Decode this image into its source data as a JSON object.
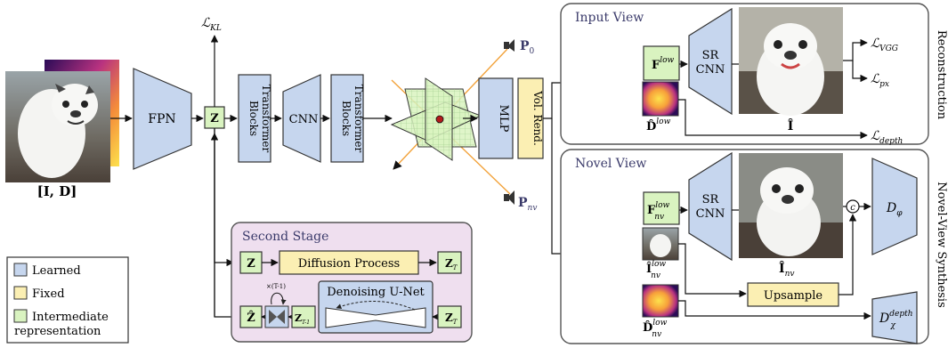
{
  "colors": {
    "learned": "#c6d6ee",
    "fixed": "#fbefb3",
    "intermediate": "#d9f3c0",
    "stage_bg": "#efdfef",
    "panel_bg": "#ffffff",
    "accent_orange": "#f2a23a",
    "arrow": "#111111"
  },
  "input": {
    "caption": "[I, D]"
  },
  "encoder": {
    "fpn": "FPN",
    "z": "Z",
    "kl_loss": "L_KL",
    "transformer1": "Transformer Blocks",
    "cnn": "CNN",
    "transformer2": "Transformer Blocks"
  },
  "triplane": {
    "p0": "P_0",
    "pnv": "P_nv"
  },
  "renderer": {
    "mlp": "MLP",
    "vol_rend": "Vol. Rend."
  },
  "input_view": {
    "title": "Input View",
    "f_low": "F^low",
    "sr_cnn": "SR CNN",
    "d_low": "D^low",
    "i_hat": "Î",
    "loss_vgg": "L_VGG",
    "loss_px": "L_px",
    "loss_depth": "L_depth",
    "side_label": "Reconstruction"
  },
  "novel_view": {
    "title": "Novel View",
    "f_low": "F_nv^low",
    "sr_cnn": "SR CNN",
    "i_low": "Î_nv^low",
    "d_low": "D_nv^low",
    "i_hat": "Î_nv",
    "concat": "c",
    "d_phi": "D_φ",
    "upsample": "Upsample",
    "d_depth": "D_χ^depth",
    "side_label": "Novel-View Synthesis"
  },
  "second_stage": {
    "title": "Second Stage",
    "z": "Z",
    "diffusion": "Diffusion Process",
    "z_t": "Z_T",
    "z_hat": "Ẑ",
    "repeat": "×(T-1)",
    "z_t_minus": "Z_T-1",
    "unet": "Denoising U-Net",
    "z_t2": "Z_T"
  },
  "legend": {
    "items": [
      {
        "label": "Learned",
        "color": "#c6d6ee"
      },
      {
        "label": "Fixed",
        "color": "#fbefb3"
      },
      {
        "label": "Intermediate representation",
        "color": "#d9f3c0"
      }
    ]
  }
}
